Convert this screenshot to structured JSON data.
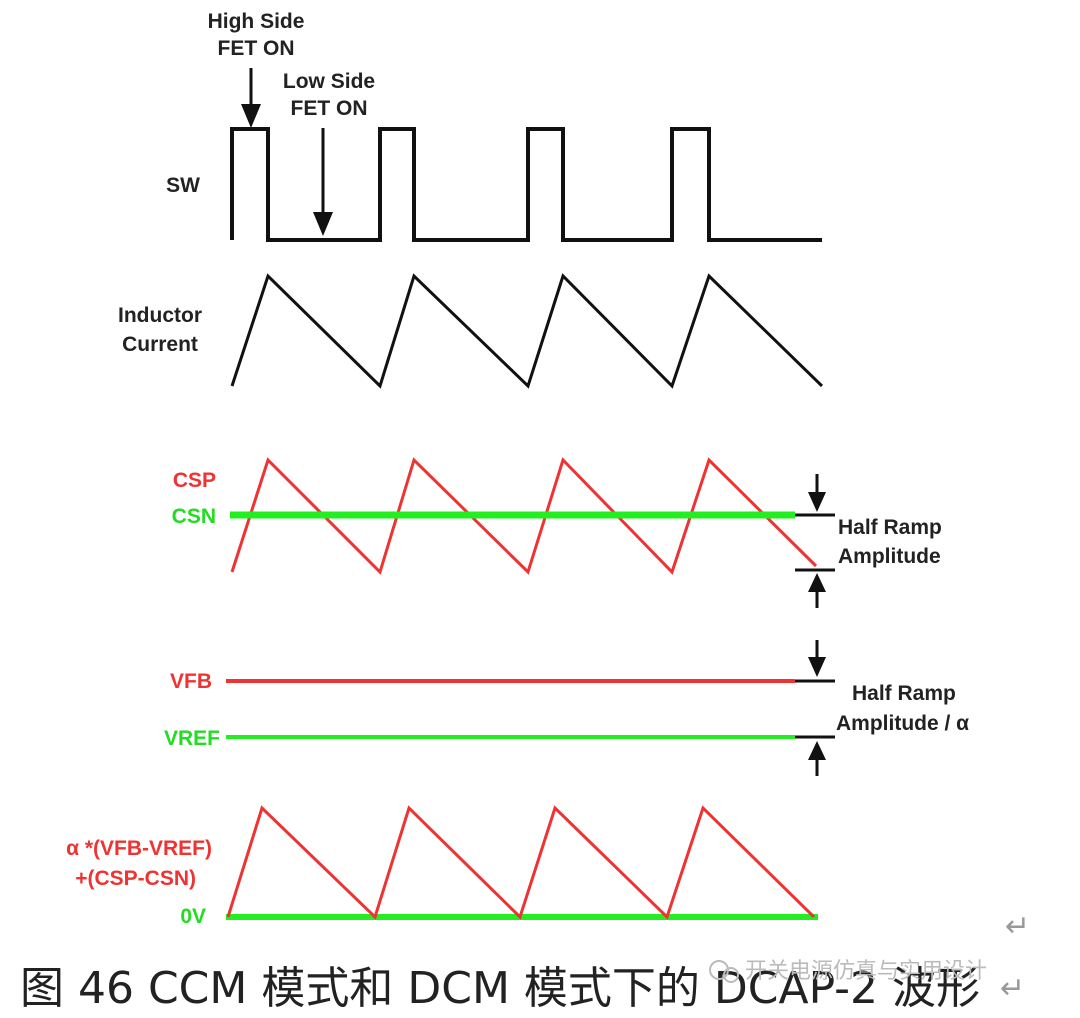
{
  "labels": {
    "high_side_line1": "High Side",
    "high_side_line2": "FET ON",
    "low_side_line1": "Low Side",
    "low_side_line2": "FET ON",
    "sw": "SW",
    "inductor_line1": "Inductor",
    "inductor_line2": "Current",
    "csp": "CSP",
    "csn": "CSN",
    "half_ramp_line1": "Half Ramp",
    "half_ramp_line2": "Amplitude",
    "vfb": "VFB",
    "vref": "VREF",
    "half_ramp_alpha_line1": "Half Ramp",
    "half_ramp_alpha_line2": "Amplitude / α",
    "alpha_expr_line1": "α *(VFB-VREF)",
    "alpha_expr_line2": "+(CSP-CSN)",
    "zero_v": "0V"
  },
  "caption": "图 46 CCM 模式和 DCM 模式下的 DCAP-2 波形",
  "watermark": "开关电源仿真与实用设计",
  "return_mark": "↵",
  "colors": {
    "black": "#111111",
    "red": "#ee3333",
    "green": "#22ee22"
  },
  "cycles": 4
}
